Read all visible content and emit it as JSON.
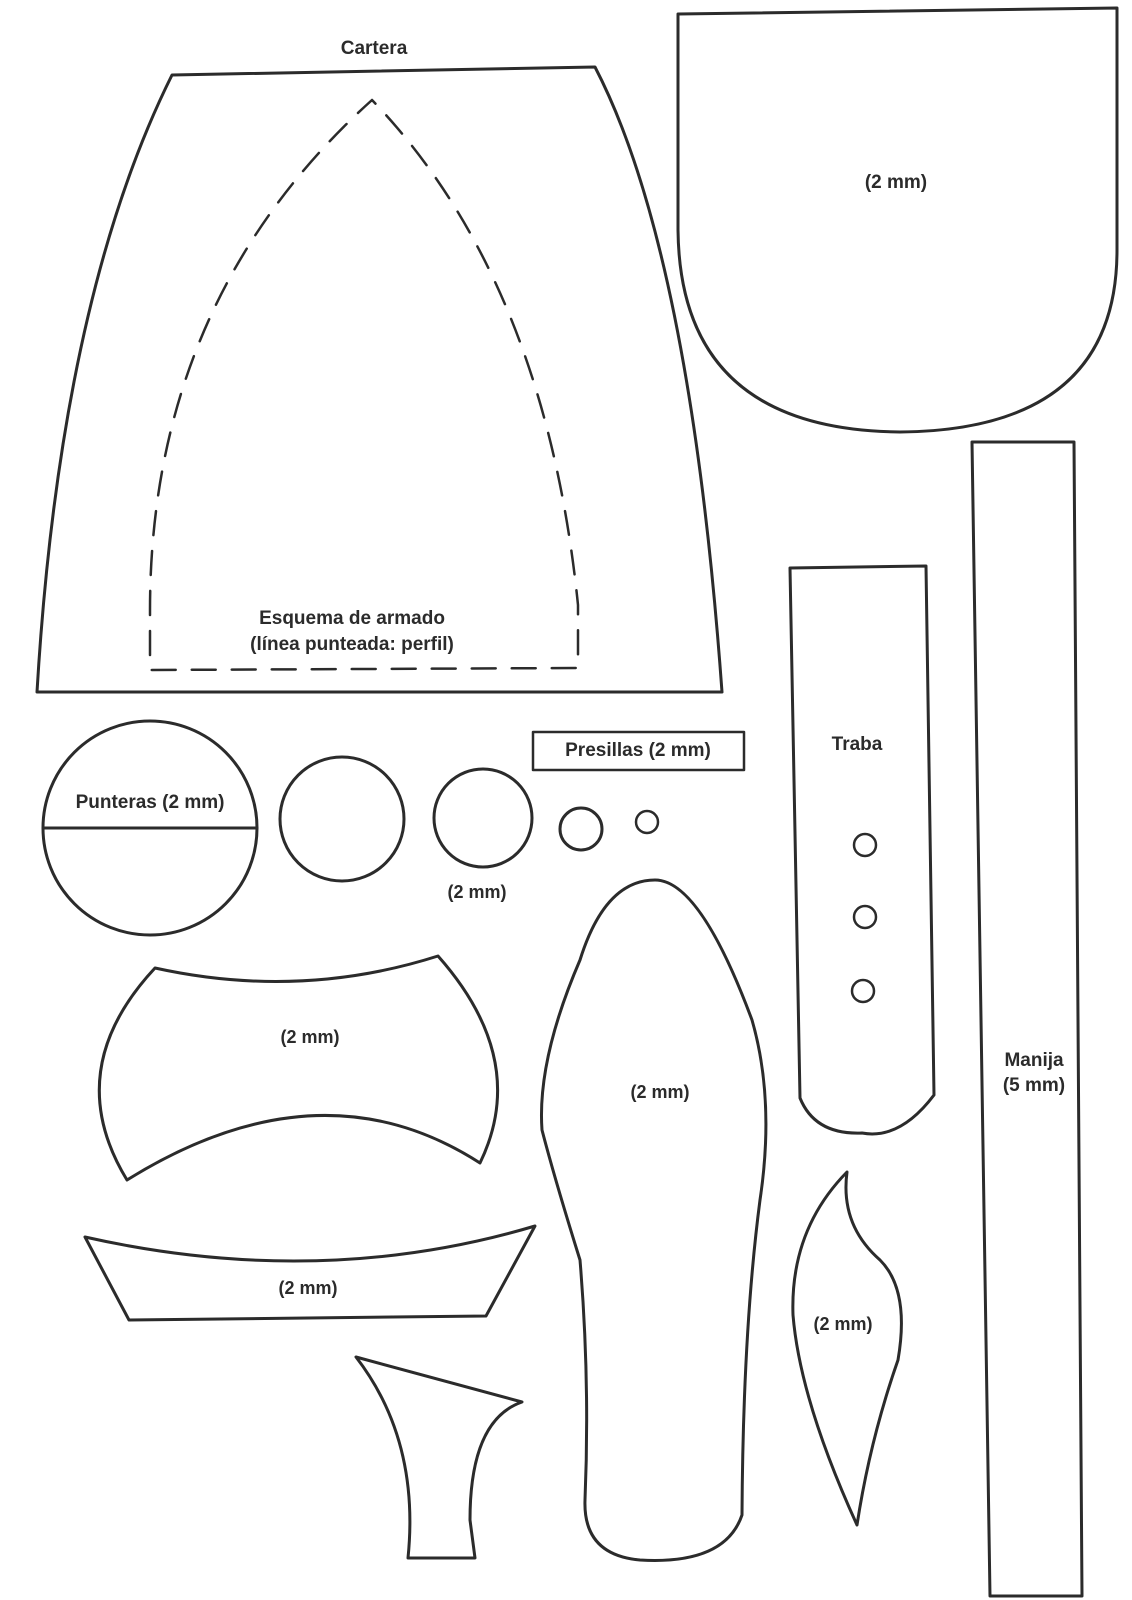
{
  "pieces": {
    "cartera_title": "Cartera",
    "esquema_line1": "Esquema de armado",
    "esquema_line2": "(línea punteada: perfil)",
    "flap_label": "(2 mm)",
    "punteras_label": "Punteras (2 mm)",
    "circles_label": "(2 mm)",
    "presillas_label": "Presillas (2 mm)",
    "traba_label": "Traba",
    "manija_line1": "Manija",
    "manija_line2": "(5 mm)",
    "bow_label": "(2 mm)",
    "strip_label": "(2 mm)",
    "sole_label": "(2 mm)",
    "leaf_label": "(2 mm)"
  }
}
